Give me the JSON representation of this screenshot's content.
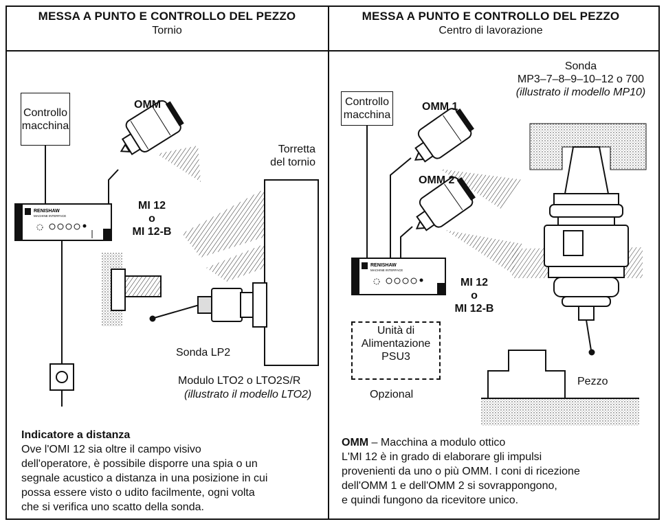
{
  "left": {
    "title": "MESSA A PUNTO E CONTROLLO DEL PEZZO",
    "subtitle": "Tornio",
    "machine_control": [
      "Controllo",
      "macchina"
    ],
    "omm": "OMM",
    "turret": [
      "Torretta",
      "del tornio"
    ],
    "interface": [
      "MI 12",
      "o",
      "MI 12-B"
    ],
    "probe": "Sonda LP2",
    "module": "Modulo LTO2 o LTO2S/R",
    "module_note": "(illustrato il modello LTO2)",
    "remote_title": "Indicatore a distanza",
    "remote_text": [
      "Ove l'OMI 12 sia oltre il campo visivo",
      "dell'operatore, è possibile disporre una spia o un",
      "segnale acustico a distanza in una posizione in cui",
      "possa essere visto o udito facilmente, ogni volta",
      "che si verifica uno scatto della sonda."
    ]
  },
  "right": {
    "title": "MESSA A PUNTO E CONTROLLO DEL PEZZO",
    "subtitle": "Centro di lavorazione",
    "machine_control": [
      "Controllo",
      "macchina"
    ],
    "omm1": "OMM 1",
    "omm2": "OMM 2",
    "probe_title": "Sonda",
    "probe_models": "MP3–7–8–9–10–12 o 700",
    "probe_note": "(illustrato il modello MP10)",
    "interface": [
      "MI 12",
      "o",
      "MI 12-B"
    ],
    "psu": [
      "Unità di",
      "Alimentazione",
      "PSU3"
    ],
    "optional": "Opzional",
    "workpiece": "Pezzo",
    "omm_def_bold": "OMM",
    "omm_def": " – Macchina a modulo ottico",
    "desc": [
      "L'MI 12 è in grado di elaborare gli impulsi",
      "provenienti da uno o più OMM.  I coni di ricezione",
      "dell'OMM 1 e dell'OMM 2 si sovrappongono,",
      "e quindi fungono da ricevitore unico."
    ]
  },
  "device_brand": "RENISHAW",
  "device_caption": "MACHINE INTERFACE"
}
